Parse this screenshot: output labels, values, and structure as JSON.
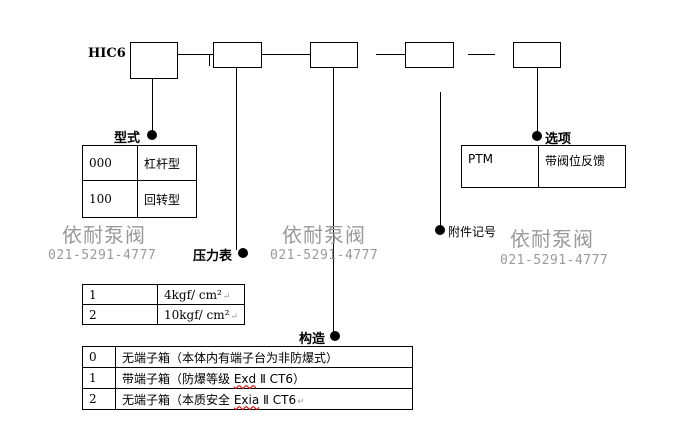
{
  "model": "HIC6",
  "watermark": {
    "company": "依耐泵阀",
    "phone": "021-5291-4777"
  },
  "sections": {
    "type_label": "型式",
    "pressure_label": "压力表",
    "structure_label": "构造",
    "accessory_label": "附件记号",
    "option_label": "选项"
  },
  "type_table": [
    {
      "code": "000",
      "desc": "杠杆型"
    },
    {
      "code": "100",
      "desc": "回转型"
    }
  ],
  "option_table": [
    {
      "code": "PTM",
      "desc": "带阀位反馈"
    }
  ],
  "pressure_table": [
    {
      "code": "1",
      "desc": "4kgf/ cm²"
    },
    {
      "code": "2",
      "desc": "10kgf/ cm²"
    }
  ],
  "structure_table": [
    {
      "code": "0",
      "desc": "无端子箱（本体内有端子台为非防爆式）"
    },
    {
      "code": "1",
      "desc_pre": "带端子箱（防爆等级 ",
      "desc_mark": "Exd",
      "desc_post": " Ⅱ CT6）"
    },
    {
      "code": "2",
      "desc_pre": "无端子箱（本质安全 ",
      "desc_mark": "Exia",
      "desc_post": " Ⅱ CT6"
    }
  ]
}
